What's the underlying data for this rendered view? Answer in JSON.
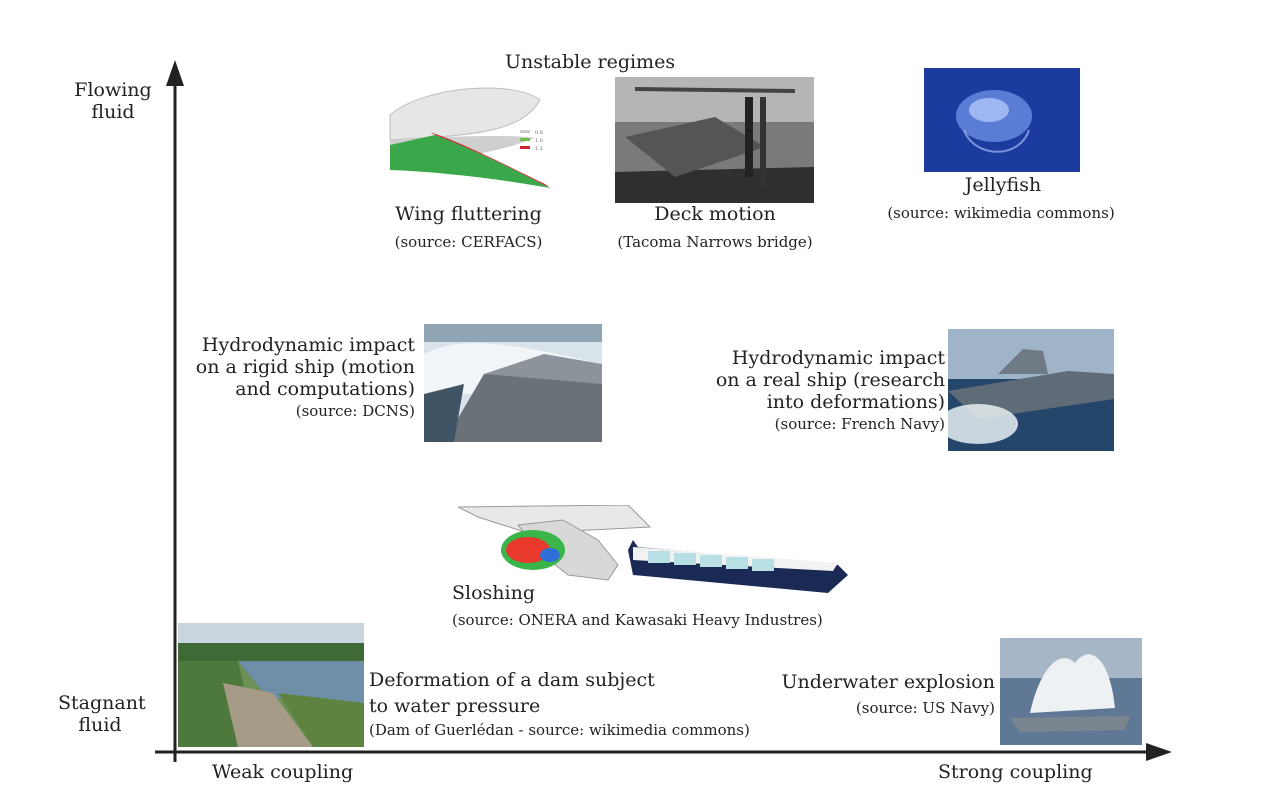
{
  "axes": {
    "y_top": [
      "Flowing",
      "fluid"
    ],
    "y_bottom": [
      "Stagnant",
      "fluid"
    ],
    "x_left": "Weak coupling",
    "x_right": "Strong coupling"
  },
  "header": "Unstable regimes",
  "items": {
    "wing": {
      "title": "Wing fluttering",
      "source": "(source: CERFACS)"
    },
    "deck": {
      "title": "Deck motion",
      "source": "(Tacoma Narrows bridge)"
    },
    "jelly": {
      "title": "Jellyfish",
      "source": "(source: wikimedia commons)"
    },
    "rigid": {
      "lines": [
        "Hydrodynamic impact",
        "on a rigid ship (motion",
        "and computations)"
      ],
      "source": "(source: DCNS)"
    },
    "real": {
      "lines": [
        "Hydrodynamic impact",
        "on a real ship (research",
        "into deformations)"
      ],
      "source": "(source: French Navy)"
    },
    "slosh": {
      "title": "Sloshing",
      "source": "(source: ONERA and Kawasaki Heavy Industres)"
    },
    "dam": {
      "lines": [
        "Deformation of a dam subject",
        "to water pressure"
      ],
      "source": "(Dam of Guerlédan - source: wikimedia commons)"
    },
    "explosion": {
      "title": "Underwater explosion",
      "source": "(source: US Navy)"
    }
  },
  "wing_legend": [
    "0.8",
    "1.0",
    "1.2"
  ]
}
